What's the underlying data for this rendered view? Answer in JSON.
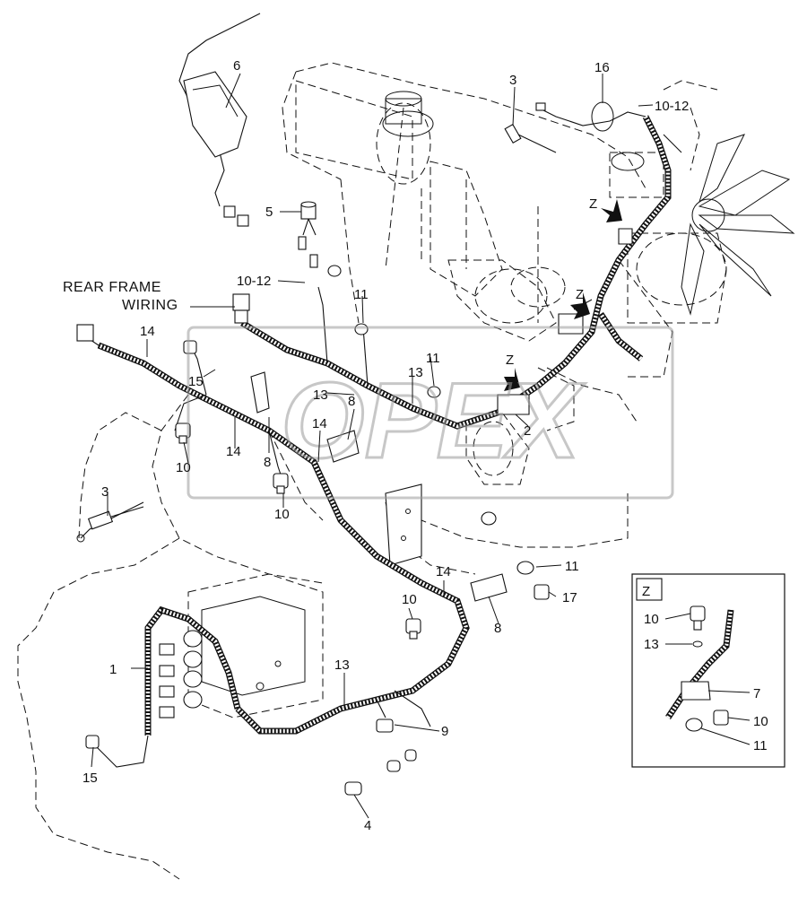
{
  "diagram": {
    "rear_frame_label": [
      "REAR FRAME",
      "WIRING"
    ],
    "watermark": "OPEX",
    "inset_title": "Z",
    "view_marker": "Z",
    "callouts": {
      "c1": "1",
      "c2": "2",
      "c3a": "3",
      "c3b": "3",
      "c4": "4",
      "c5": "5",
      "c6": "6",
      "c8a": "8",
      "c8b": "8",
      "c8c": "8",
      "c9": "9",
      "c10a": "10",
      "c10b": "10",
      "c10c": "10",
      "c10_12a": "10-12",
      "c10_12b": "10-12",
      "c11a": "11",
      "c11b": "11",
      "c11c": "11",
      "c13a": "13",
      "c13b": "13",
      "c13c": "13",
      "c14a": "14",
      "c14b": "14",
      "c14c": "14",
      "c14d": "14",
      "c15a": "15",
      "c15b": "15",
      "c16": "16",
      "c17": "17",
      "z1": "Z",
      "z2": "Z",
      "z3": "Z",
      "i10a": "10",
      "i13": "13",
      "i7": "7",
      "i10b": "10",
      "i11": "11"
    }
  }
}
